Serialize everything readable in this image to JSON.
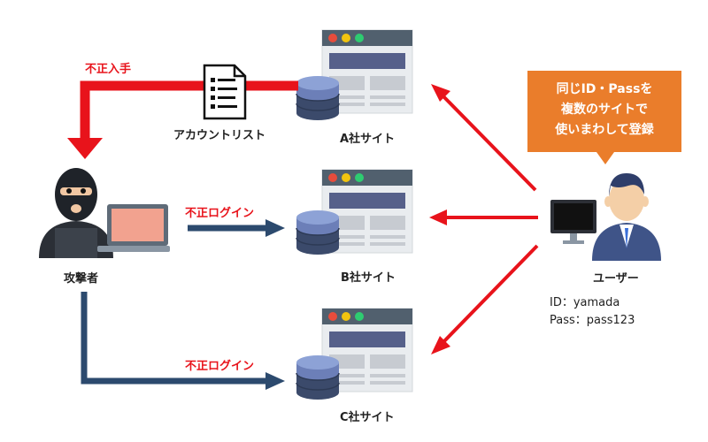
{
  "labels": {
    "steal": "不正入手",
    "account_list": "アカウントリスト",
    "attacker": "攻撃者",
    "login_b": "不正ログイン",
    "login_c": "不正ログイン",
    "site_a": "A社サイト",
    "site_b": "B社サイト",
    "site_c": "C社サイト",
    "user": "ユーザー"
  },
  "bubble": {
    "line1": "同じID・Passを",
    "line2": "複数のサイトで",
    "line3": "使いまわして登録"
  },
  "credentials": {
    "id_line": "ID：yamada",
    "pass_line": "Pass：pass123"
  },
  "colors": {
    "red_arrow": "#e8131b",
    "navy_arrow": "#2c4a6e",
    "bubble": "#ea7d2b"
  },
  "icons": [
    "document-list-icon",
    "attacker-icon",
    "laptop-icon",
    "website-window-icon",
    "database-icon",
    "user-icon",
    "monitor-icon"
  ]
}
